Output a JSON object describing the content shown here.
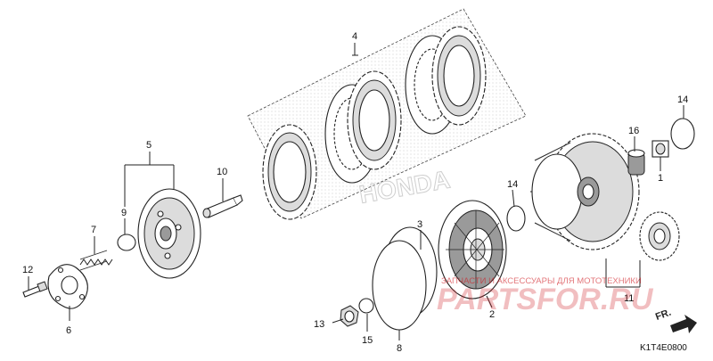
{
  "diagram": {
    "callouts": [
      {
        "id": "1",
        "label": "1"
      },
      {
        "id": "2",
        "label": "2"
      },
      {
        "id": "3",
        "label": "3"
      },
      {
        "id": "4",
        "label": "4"
      },
      {
        "id": "5",
        "label": "5"
      },
      {
        "id": "6",
        "label": "6"
      },
      {
        "id": "7",
        "label": "7"
      },
      {
        "id": "8",
        "label": "8"
      },
      {
        "id": "9",
        "label": "9"
      },
      {
        "id": "10",
        "label": "10"
      },
      {
        "id": "11",
        "label": "11"
      },
      {
        "id": "12",
        "label": "12"
      },
      {
        "id": "13",
        "label": "13"
      },
      {
        "id": "14a",
        "label": "14"
      },
      {
        "id": "14b",
        "label": "14"
      },
      {
        "id": "15",
        "label": "15"
      },
      {
        "id": "16",
        "label": "16"
      }
    ],
    "front_arrow_label": "FR.",
    "code": "K1T4E0800",
    "watermark_brand": "HONDA",
    "watermark_site": "PARTSFOR.RU",
    "watermark_tagline": "ЗАПЧАСТИ И АКСЕССУАРЫ ДЛЯ МОТОТЕХНИКИ"
  },
  "colors": {
    "line": "#222222",
    "watermark": "#d0181f"
  }
}
